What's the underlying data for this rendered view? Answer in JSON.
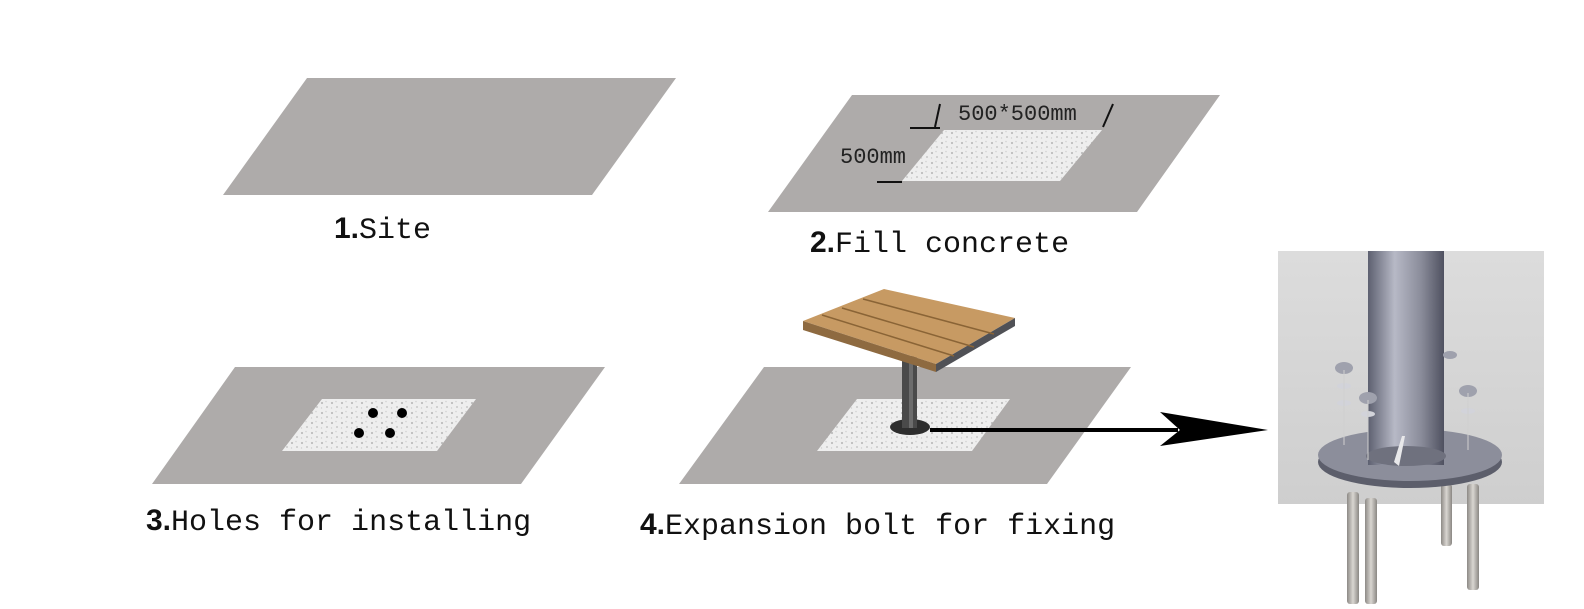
{
  "steps": [
    {
      "number": "1.",
      "text": "Site"
    },
    {
      "number": "2.",
      "text": "Fill concrete"
    },
    {
      "number": "3.",
      "text": "Holes for installing"
    },
    {
      "number": "4.",
      "text": "Expansion bolt for fixing"
    }
  ],
  "dimensions": {
    "area": "500*500mm",
    "depth": "500mm"
  },
  "colors": {
    "ground": "#aeabaa",
    "concrete": "#eeeeee",
    "wood": "#c79a63",
    "steel": "#7d7f8c",
    "arrow": "#000000"
  }
}
